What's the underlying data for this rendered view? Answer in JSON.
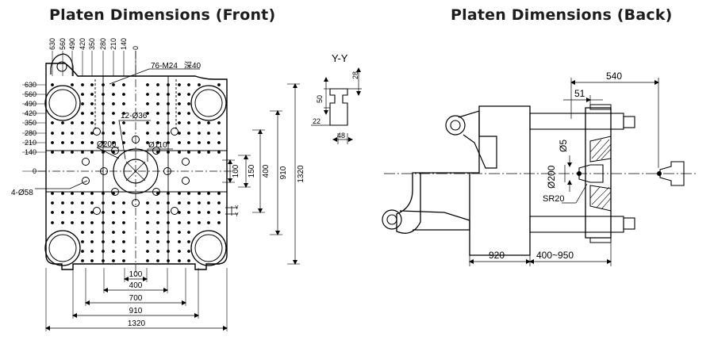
{
  "front": {
    "title": "Platen Dimensions (Front)",
    "top_ticks": [
      "630",
      "560",
      "490",
      "420",
      "350",
      "280",
      "210",
      "140",
      "0"
    ],
    "left_ticks": [
      "630",
      "560",
      "490",
      "420",
      "350",
      "280",
      "210",
      "140",
      "0"
    ],
    "tap_holes": "76-M24",
    "tap_depth": "深40",
    "small_holes": "12-Ø36",
    "ring_outer": "Ø200",
    "ring_inner": "Ø110",
    "corner_holes": "4-Ø58",
    "right_dims": [
      "100",
      "150",
      "400",
      "910",
      "1320"
    ],
    "bottom_dims": [
      "100",
      "400",
      "700",
      "910",
      "1320"
    ],
    "section_mark": "Y"
  },
  "section": {
    "title": "Y-Y",
    "dims": [
      "28",
      "50",
      "22",
      "48"
    ]
  },
  "back": {
    "title": "Platen Dimensions (Back)",
    "top_dims": [
      "540",
      "51"
    ],
    "nozzle_dia": "Ø5",
    "locating_ring": "Ø200",
    "sphere_radius": "SR20",
    "bottom_dims": [
      "920",
      "400~950"
    ]
  }
}
